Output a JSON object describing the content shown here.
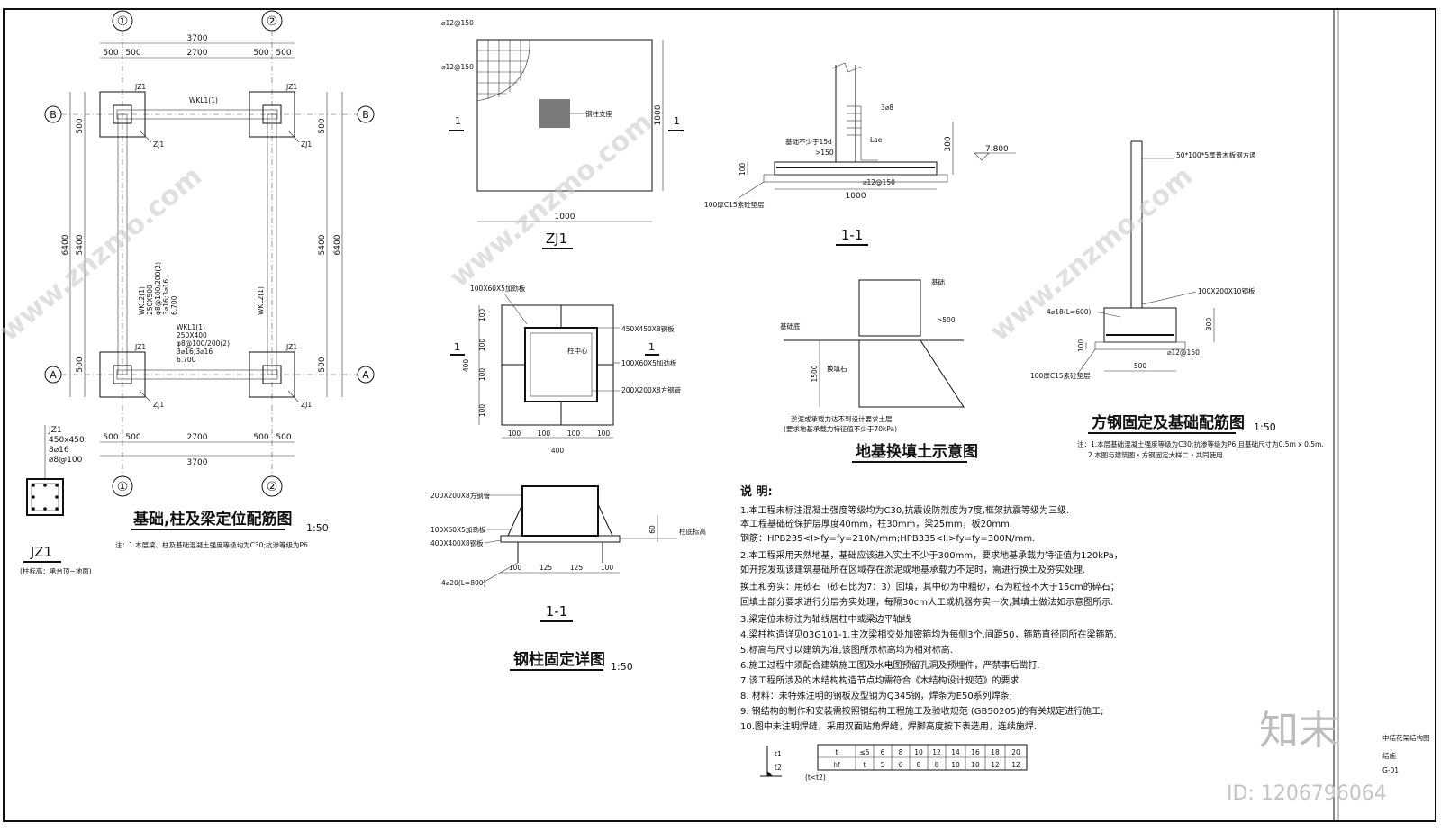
{
  "frame": {
    "titles_block": [
      "中结花架结构图",
      "结施",
      "G-01"
    ]
  },
  "plan": {
    "axes_top": [
      "①",
      "②"
    ],
    "axes_side": [
      "B",
      "A"
    ],
    "top_dims": [
      "3700",
      "500",
      "500",
      "2700",
      "500",
      "500"
    ],
    "bottom_dims": [
      "500",
      "500",
      "2700",
      "500",
      "500",
      "3700"
    ],
    "side_dims": [
      "6400",
      "5400",
      "500",
      "500"
    ],
    "labels": {
      "jz1": "JZ1",
      "zj1": "ZJ1",
      "wkl1": "WKL1(1)",
      "wkl2": "WKL2(1)"
    },
    "beam_note_top": [
      "WKL1(1)",
      "250X400",
      "φ8@100/200(2)",
      "3⌀16;3⌀16",
      "6.700"
    ],
    "beam_note_side": [
      "WKL2(1)",
      "250X500",
      "φ8@100/200(2)",
      "3⌀16;3⌀16",
      "6.700"
    ],
    "title": "基础,柱及梁定位配筋图",
    "scale": "1:50",
    "note": "注：1.本层梁、柱及基础混凝土强度等级均为C30;抗渗等级为P6."
  },
  "jz1": {
    "label": "JZ1",
    "lines": [
      "JZ1",
      "450x450",
      "8⌀16",
      "⌀8@100"
    ],
    "caption": "JZ1",
    "sub": "(柱标高：承台顶~地面)"
  },
  "zj1": {
    "rebar1": "⌀12@150",
    "rebar2": "⌀12@150",
    "support": "钢柱支座",
    "dim_w": "1000",
    "dim_h": "1000",
    "sec": "1",
    "caption": "ZJ1"
  },
  "sec11": {
    "labels": [
      "3⌀8",
      "基础不少于15d",
      ">150",
      "Lae",
      "⌀12@150",
      "100厚C15素砼垫层"
    ],
    "dims": [
      "300",
      "100",
      "1000"
    ],
    "elev": "7.800",
    "caption": "1-1"
  },
  "steelplate": {
    "labels": [
      "100X60X5加劲板",
      "450X450X8钢板",
      "100X60X5加劲板",
      "200X200X8方钢管",
      "柱中心"
    ],
    "dims_v": [
      "100",
      "100",
      "100",
      "100",
      "400"
    ],
    "dims_h": [
      "100",
      "100",
      "100",
      "100",
      "400"
    ],
    "sec": "1"
  },
  "steelsec": {
    "labels": [
      "200X200X8方钢管",
      "100X60X5加劲板",
      "400X400X8钢板",
      "柱底标高",
      "4⌀20(L=800)"
    ],
    "dims_h": [
      "100",
      "125",
      "125",
      "100"
    ],
    "dim_v": "60",
    "caption": "1-1",
    "title": "钢柱固定详图",
    "scale": "1:50"
  },
  "soil": {
    "labels": [
      "基础",
      "基础底",
      ">500",
      "换填石",
      "1500"
    ],
    "note1": "淤泥或承载力达不到设计要求土层",
    "note2": "(要求地基承载力特征值不少于70kPa)",
    "title": "地基换填土示意图"
  },
  "square": {
    "labels": [
      "50*100*5厚普木板钢方通",
      "100X200X10钢板",
      "4⌀18(L=600)",
      "⌀12@150",
      "100厚C15素砼垫层"
    ],
    "dims": [
      "300",
      "100",
      "500"
    ],
    "title": "方钢固定及基础配筋图",
    "scale": "1:50",
    "note1": "注：1.本层基础混凝土强度等级为C30;抗渗等级为P6,且基础尺寸为0.5m x 0.5m.",
    "note2": "2.本图与建筑图・方钢固定大样二・共同使用."
  },
  "notes": {
    "heading": "说 明:",
    "lines": [
      "1.本工程未标注混凝土强度等级均为C30,抗震设防烈度为7度,框架抗震等级为三级.",
      "   本工程基础砼保护层厚度40mm，柱30mm，梁25mm，板20mm.",
      "   钢筋：HPB235<I>fy=fy=210N/mm;HPB335<II>fy=fy=300N/mm.",
      "2.本工程采用天然地基，基础应该进入实土不少于300mm，要求地基承载力特征值为120kPa，",
      "   如开挖发现该建筑基础所在区域存在淤泥或地基承载力不足时，需进行换土及夯实处理.",
      "   换土和夯实：用砂石（砂石比为7：3）回填，其中砂为中粗砂，石为粒径不大于15cm的碎石；",
      "   回填土部分要求进行分层夯实处理，每隔30cm人工或机器夯实一次,其填土做法如示意图所示.",
      "3.梁定位未标注为轴线居柱中或梁边平轴线",
      "4.梁柱构造详见03G101-1.主次梁相交处加密箍均为每侧3个,间距50，箍筋直径同所在梁箍筋.",
      "5.标高与尺寸以建筑为准,该图所示标高均为相对标高.",
      "6.施工过程中须配合建筑施工图及水电图预留孔洞及预埋件，严禁事后凿打.",
      "7.该工程所涉及的木结构构造节点均需符合《木结构设计规范》的要求.",
      "8. 材料：未特殊注明的钢板及型钢为Q345钢，焊条为E50系列焊条;",
      "9. 钢结构的制作和安装需按照钢结构工程施工及验收规范 (GB50205)的有关规定进行施工;",
      "10.图中未注明焊缝，采用双面贴角焊缝，焊脚高度按下表选用，连续施焊."
    ]
  },
  "weld_table": {
    "rows": [
      [
        "t",
        "≤5",
        "6",
        "8",
        "10",
        "12",
        "14",
        "16",
        "18",
        "20"
      ],
      [
        "hf",
        "t",
        "5",
        "6",
        "8",
        "8",
        "10",
        "10",
        "12",
        "12"
      ]
    ],
    "note": "(t<t2)",
    "labels": [
      "t1",
      "t2"
    ]
  },
  "watermark": {
    "logo": "知末",
    "id": "ID: 1206796064",
    "brand": "www.znzmo.com"
  }
}
